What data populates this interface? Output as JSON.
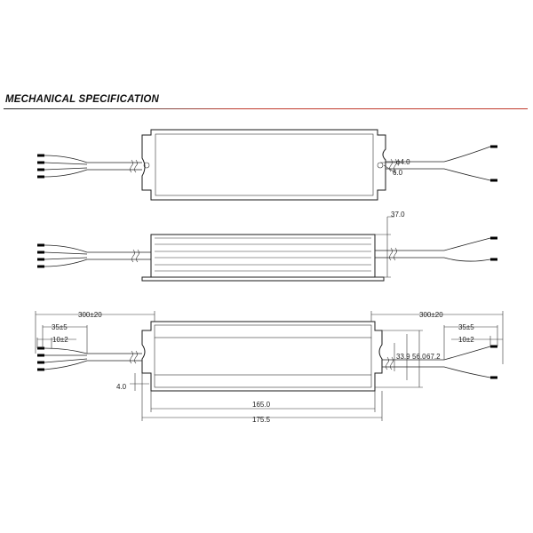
{
  "header": {
    "title": "MECHANICAL SPECIFICATION",
    "rule_color": "#c0392b"
  },
  "top_view": {
    "hole_dia": "ϕ4.0",
    "slot": "6.0"
  },
  "side_view": {
    "height": "37.0"
  },
  "bottom_view": {
    "cable_left": "300±20",
    "strip_left_outer": "35±5",
    "strip_left_inner": "10±2",
    "cable_right": "300±20",
    "strip_right_outer": "35±5",
    "strip_right_inner": "10±2",
    "tab_offset": "4.0",
    "inner_length": "165.0",
    "total_length": "175.5",
    "width_a": "33.9",
    "width_b": "56.0",
    "width_c": "67.2"
  }
}
